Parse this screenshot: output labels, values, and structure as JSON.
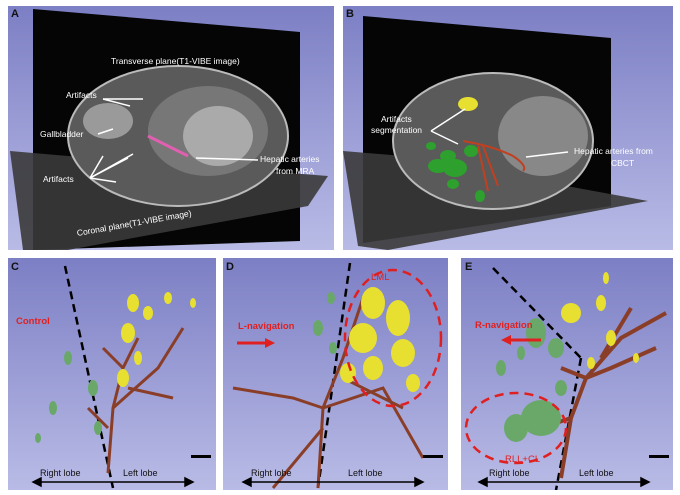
{
  "panels": {
    "A": {
      "label": "A",
      "transverse": "Transverse plane(T1-VIBE image)",
      "artifacts_top": "Artifacts",
      "gallbladder": "Gallbladder",
      "artifacts_bottom": "Artifacts",
      "hepatic": "Hepatic arteries",
      "hepatic2": "from MRA",
      "coronal": "Coronal plane(T1-VIBE image)"
    },
    "B": {
      "label": "B",
      "artifacts": "Artifacts",
      "artifacts2": "segmentation",
      "hepatic": "Hepatic arteries from",
      "hepatic2": "CBCT"
    },
    "C": {
      "label": "C",
      "note": "Control",
      "right": "Right lobe",
      "left": "Left lobe"
    },
    "D": {
      "label": "D",
      "note": "L-navigation",
      "region": "LML",
      "right": "Right lobe",
      "left": "Left lobe"
    },
    "E": {
      "label": "E",
      "note": "R-navigation",
      "region": "RLL+CL",
      "right": "Right lobe",
      "left": "Left lobe"
    }
  },
  "colors": {
    "annotation": "#e02020",
    "artery": "#9a4a30",
    "artifact_yellow": "#e8e030",
    "artifact_green": "#6aa86a"
  }
}
